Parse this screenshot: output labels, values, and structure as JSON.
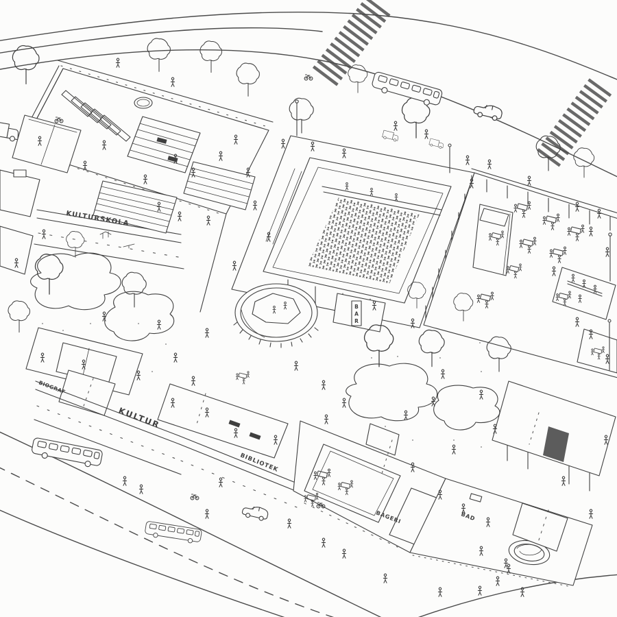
{
  "scene": {
    "type": "hand-drawn axonometric ink illustration",
    "subject": "culture-school campus with concert courtyard, gardens, cafe, streets, buses and pedestrians",
    "ink_color": "#3f3f3f",
    "paper_color": "#fcfcfb"
  },
  "signs": {
    "kulturskola": "KULTURSKOLA",
    "kultur": "KULTUR",
    "bibliotek": "BIBLIOTEK",
    "biograf": "BIOGRAF",
    "bageri": "BAGERI",
    "bad": "BAD",
    "bar": "BAR"
  }
}
